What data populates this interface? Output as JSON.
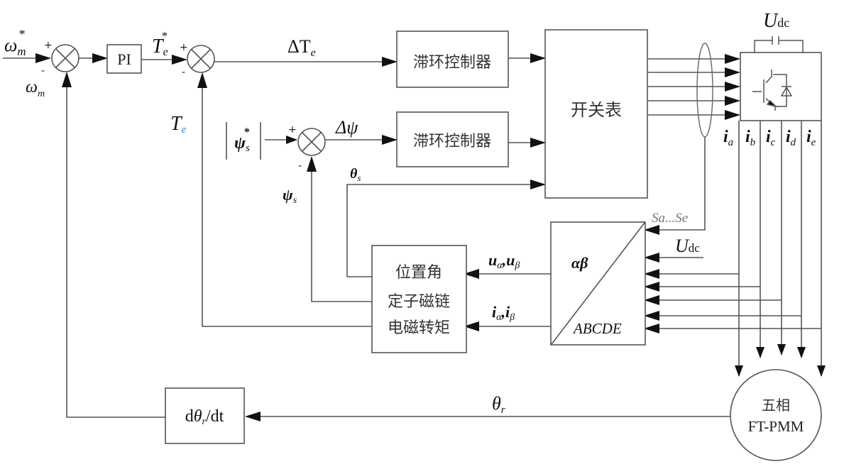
{
  "diagram": {
    "title": "Five-phase FT-PMM direct torque control block diagram",
    "signals": {
      "omega_ref": "ω",
      "omega_ref_sub": "m",
      "omega_ref_sup": "*",
      "omega_meas": "ω",
      "omega_meas_sub": "m",
      "torque_ref": "T",
      "torque_ref_sub": "e",
      "torque_ref_sup": "*",
      "torque_fb": "T",
      "torque_fb_sub": "e",
      "delta_torque": "ΔT",
      "delta_torque_sub": "e",
      "flux_ref": "ψ",
      "flux_ref_sub": "s",
      "flux_ref_sup": "*",
      "delta_flux": "Δψ",
      "flux_fb": "ψ",
      "flux_fb_sub": "s",
      "theta_s": "θ",
      "theta_s_sub": "s",
      "switch_states": "Sa...Se",
      "udc_top": "U",
      "udc_top_sub": "dc",
      "udc_side": "U",
      "udc_side_sub": "dc",
      "u_alpha_beta": "u",
      "u_alpha_sub": "α",
      "u_beta_sub": "β",
      "i_alpha_beta": "i",
      "i_alpha_sub": "α",
      "i_beta_sub": "β",
      "theta_r": "θ",
      "theta_r_sub": "r",
      "phase_currents": [
        {
          "sym": "i",
          "sub": "a"
        },
        {
          "sym": "i",
          "sub": "b"
        },
        {
          "sym": "i",
          "sub": "c"
        },
        {
          "sym": "i",
          "sub": "d"
        },
        {
          "sym": "i",
          "sub": "e"
        }
      ]
    },
    "signs": {
      "plus": "+",
      "minus": "-"
    },
    "blocks": {
      "pi": "PI",
      "hysteresis_torque": "滞环控制器",
      "hysteresis_flux": "滞环控制器",
      "switch_table": "开关表",
      "estimator_line1": "位置角",
      "estimator_line2": "定子磁链",
      "estimator_line3": "电磁转矩",
      "transform_top": "αβ",
      "transform_bottom": "ABCDE",
      "derivative_d": "d",
      "derivative_theta": "θ",
      "derivative_sub": "r",
      "derivative_rest": "/dt",
      "motor_line1": "五相",
      "motor_line2": "FT-PMM"
    }
  }
}
